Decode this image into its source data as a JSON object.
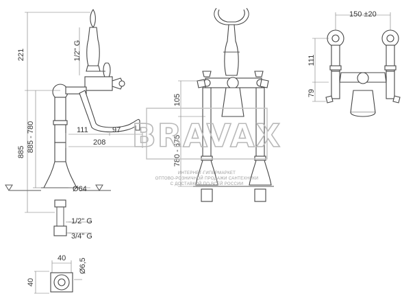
{
  "watermark": {
    "brand": "BRAVAX",
    "line1": "ИНТЕРНЕТ-ГИПЕРМАРКЕТ",
    "line2": "ОПТОВО-РОЗНИЧНОЙ ПРОДАЖИ САНТЕХНИКИ",
    "line3": "С ДОСТАВКОЙ ПО ВСЕЙ РОССИИ"
  },
  "dimensions": {
    "d221": "221",
    "thread_top": "1/2\" G",
    "d885": "885",
    "d885_780": "885 - 780",
    "d111_spout": "111",
    "d97": "97",
    "d208": "208",
    "d64": "Ø64",
    "thread_half": "1/2\" G",
    "thread_threequarter": "3/4\" G",
    "d40_w": "40",
    "d40_h": "40",
    "d6_5": "Ø6,5",
    "d105": "105",
    "d780_675": "780 - 675",
    "d150": "150 ±20",
    "d111_right": "111",
    "d79": "79"
  }
}
